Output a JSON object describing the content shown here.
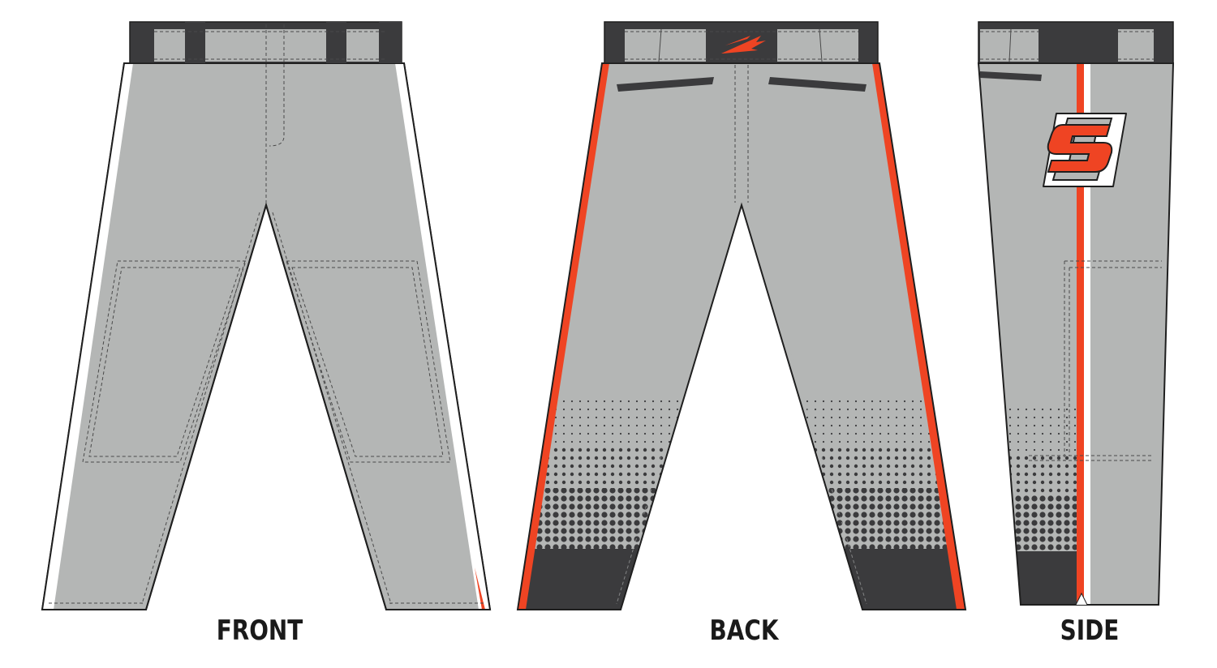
{
  "views": {
    "front": {
      "label": "FRONT"
    },
    "back": {
      "label": "BACK"
    },
    "side": {
      "label": "SIDE"
    }
  },
  "colors": {
    "fabric": "#b4b6b5",
    "trim": "#3b3b3d",
    "accent": "#ef4423",
    "outline": "#1f1f1f",
    "stitch": "#4a4a4a",
    "piping_white": "#ffffff"
  },
  "logos": {
    "waistband_logo": "brand-trident-logo",
    "side_patch": "team-monogram-patch"
  }
}
